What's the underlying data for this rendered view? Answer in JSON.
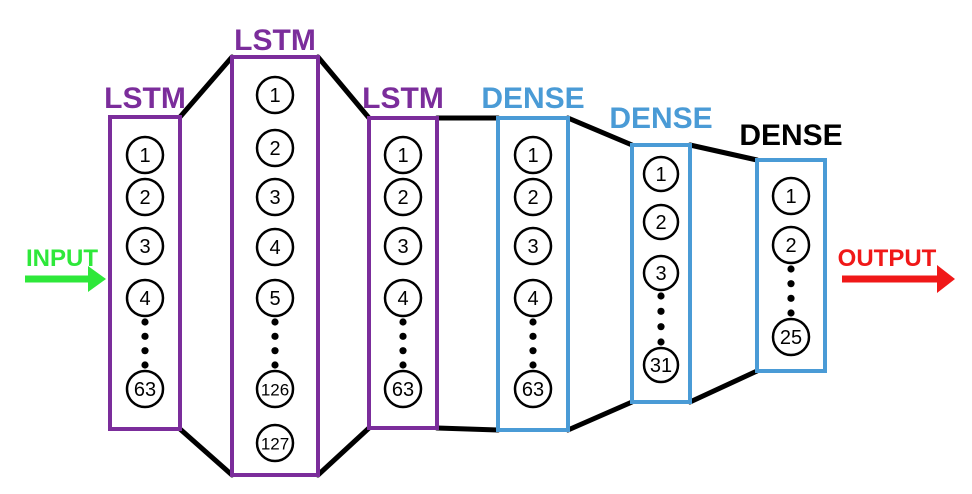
{
  "colors": {
    "lstm": "#7B2D9B",
    "dense": "#4A9BD6",
    "dense_last_title": "#000000",
    "input": "#2EE83A",
    "output": "#F01818"
  },
  "input_label": "INPUT",
  "output_label": "OUTPUT",
  "layers": [
    {
      "title": "LSTM",
      "kind": "lstm",
      "neurons": [
        "1",
        "2",
        "3",
        "4",
        "…",
        "63"
      ]
    },
    {
      "title": "LSTM",
      "kind": "lstm",
      "neurons": [
        "1",
        "2",
        "3",
        "4",
        "5",
        "…",
        "126",
        "127"
      ]
    },
    {
      "title": "LSTM",
      "kind": "lstm",
      "neurons": [
        "1",
        "2",
        "3",
        "4",
        "…",
        "63"
      ]
    },
    {
      "title": "DENSE",
      "kind": "dense",
      "neurons": [
        "1",
        "2",
        "3",
        "4",
        "…",
        "63"
      ]
    },
    {
      "title": "DENSE",
      "kind": "dense",
      "neurons": [
        "1",
        "2",
        "3",
        "…",
        "31"
      ]
    },
    {
      "title": "DENSE",
      "kind": "dense",
      "title_color": "dense_last_title",
      "neurons": [
        "1",
        "2",
        "…",
        "25"
      ]
    }
  ]
}
